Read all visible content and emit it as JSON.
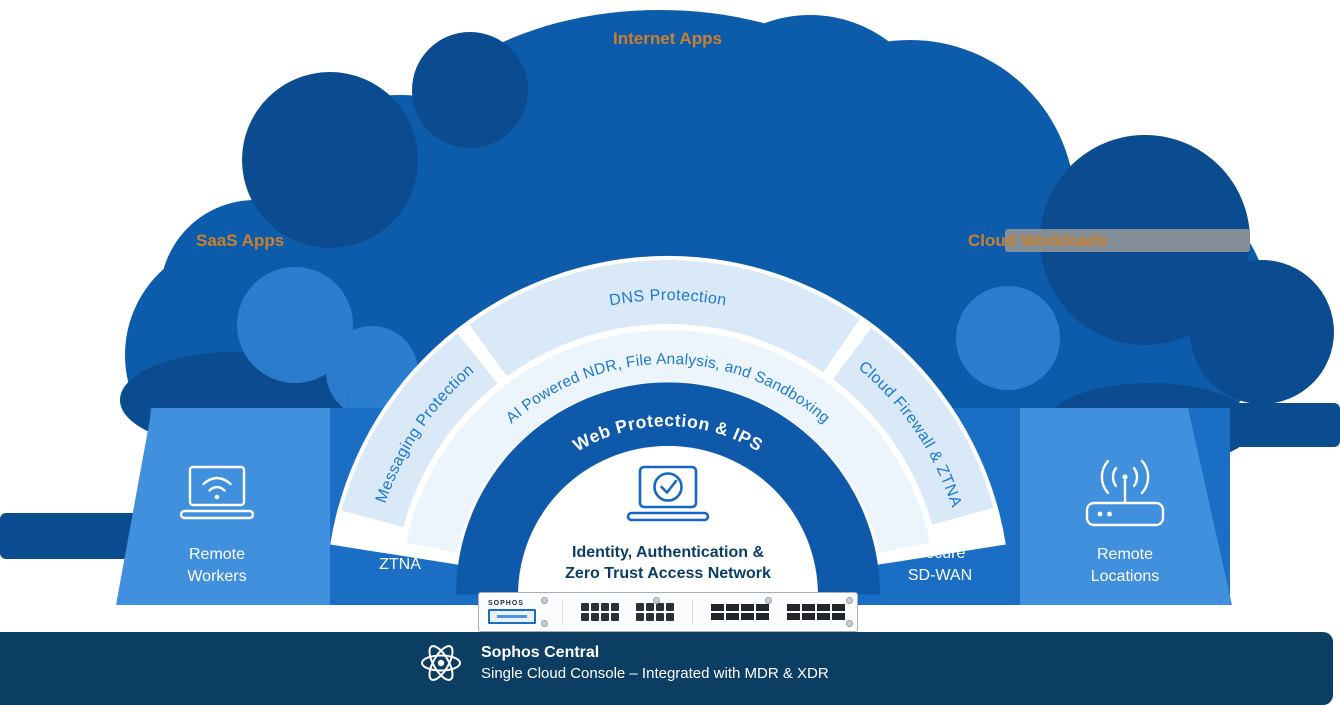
{
  "colors": {
    "cloud_main": "#0D5CAC",
    "cloud_dark": "#0A4C8F",
    "cloud_light": "#2F81D4",
    "band": "#1A6FC5",
    "wing": "#4190DE",
    "ring_dark": "#0F59AB",
    "ring_light_outer": "#D9E9F7",
    "ring_light_middle": "#EDF5FC",
    "arc_text_blue": "#1E78CF",
    "accent_orange": "#C9802E",
    "footer_navy": "#0C3D63",
    "identity_navy": "#0A3E68"
  },
  "cloud_labels": {
    "internet_apps": "Internet Apps",
    "saas_apps": "SaaS Apps",
    "cloud_workloads": "Cloud Workloads"
  },
  "arch": {
    "outer_segments": [
      {
        "label": "Messaging Protection"
      },
      {
        "label": "DNS Protection"
      },
      {
        "label": "Cloud Firewall & ZTNA"
      }
    ],
    "middle_ring_label": "AI Powered NDR, File Analysis, and Sandboxing",
    "inner_ring_label": "Web Protection & IPS",
    "center_label_line1": "Identity, Authentication &",
    "center_label_line2": "Zero Trust Access Network"
  },
  "connections": {
    "ztna": "ZTNA",
    "sdwan_line1": "Secure",
    "sdwan_line2": "SD-WAN"
  },
  "endpoints": {
    "left_line1": "Remote",
    "left_line2": "Workers",
    "right_line1": "Remote",
    "right_line2": "Locations"
  },
  "device": {
    "brand": "SOPHOS"
  },
  "footer": {
    "title": "Sophos Central",
    "subtitle": "Single Cloud Console – Integrated with MDR & XDR"
  }
}
